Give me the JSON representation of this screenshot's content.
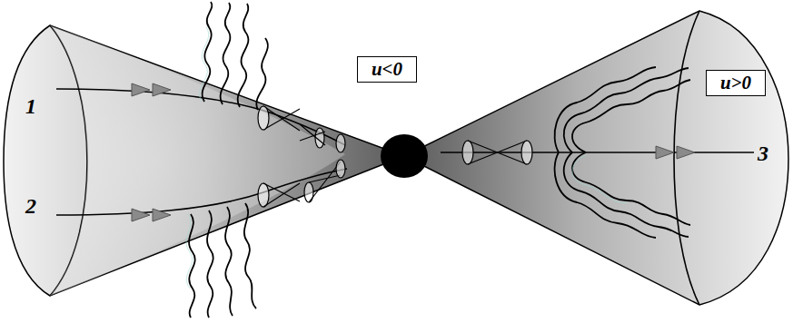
{
  "diagram": {
    "nodes": [
      {
        "text": [
          "u<0"
        ]
      },
      {
        "text": [
          "u>0"
        ]
      }
    ],
    "labels": [
      "1",
      "2",
      "3"
    ]
  }
}
